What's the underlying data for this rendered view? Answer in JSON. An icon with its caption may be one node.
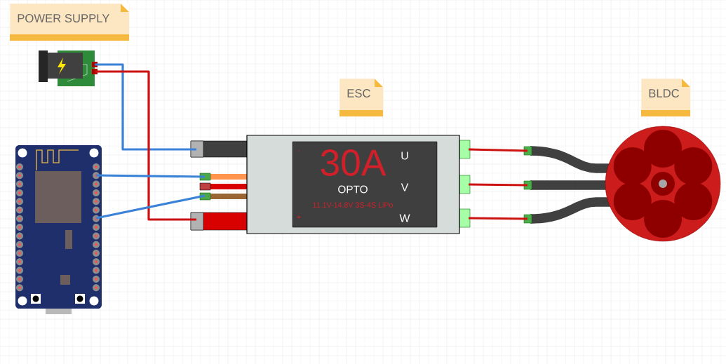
{
  "diagram": {
    "nodes": [
      {
        "text": [
          "POWER SUPPLY"
        ]
      },
      {
        "text": [],
        "shape": "picture"
      },
      {
        "text": [
          "ESC"
        ]
      },
      {
        "text": [
          "BLDC"
        ]
      },
      {
        "text": [],
        "shape": "picture"
      },
      {
        "text": [
          "30A",
          "OPTO",
          "11.1V-14.8V 3S-4S LiPo",
          "U",
          "V",
          "W",
          "-",
          "+"
        ]
      },
      {
        "text": [],
        "shape": "picture"
      }
    ],
    "edges": [
      {
        "from": 1,
        "to": 5,
        "arrow": "none",
        "color": "#3a82d8"
      },
      {
        "from": 1,
        "to": 5,
        "arrow": "none"
      },
      {
        "from": 4,
        "to": 5,
        "arrow": "none",
        "color": "#3a82d8"
      },
      {
        "from": 4,
        "to": 5,
        "arrow": "none",
        "color": "#3a82d8"
      },
      {
        "from": 5,
        "to": 6,
        "arrow": "none"
      },
      {
        "from": 5,
        "to": 6,
        "arrow": "none"
      },
      {
        "from": 5,
        "to": 6,
        "arrow": "none"
      }
    ]
  }
}
